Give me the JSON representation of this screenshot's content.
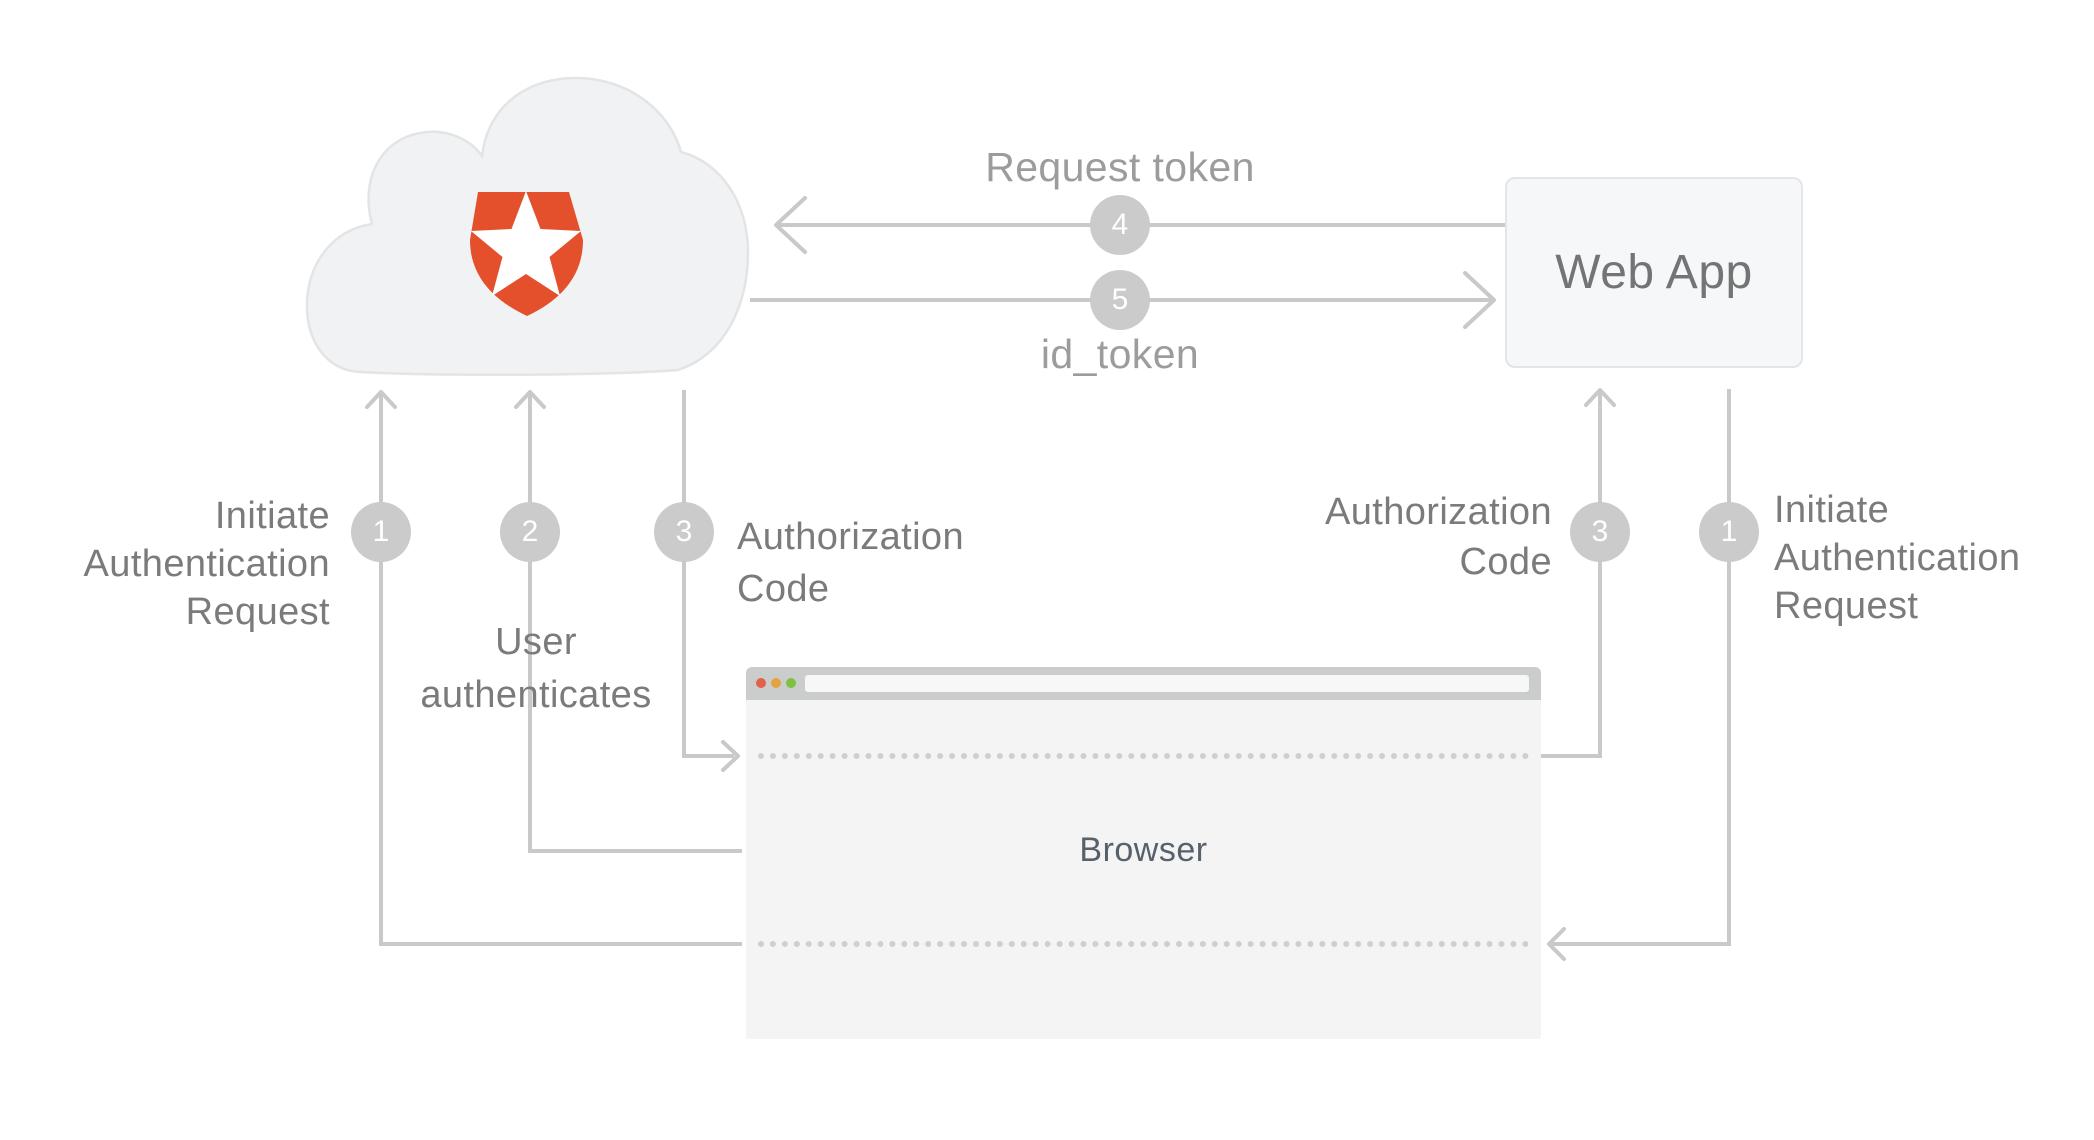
{
  "diagram_title": "OAuth authorization code flow between Auth0, Web App and Browser",
  "nodes": {
    "auth0_cloud": "auth0-cloud",
    "web_app_label": "Web App",
    "browser_label": "Browser"
  },
  "steps": {
    "one_left": "1",
    "two": "2",
    "three_left": "3",
    "four": "4",
    "five": "5",
    "three_right": "3",
    "one_right": "1"
  },
  "labels": {
    "initiate_left": {
      "line1": "Initiate",
      "line2": "Authentication",
      "line3": "Request"
    },
    "user_auth": {
      "line1": "User",
      "line2": "authenticates"
    },
    "auth_code_left": {
      "line1": "Authorization",
      "line2": "Code"
    },
    "request_token": "Request token",
    "id_token": "id_token",
    "auth_code_right": {
      "line1": "Authorization",
      "line2": "Code"
    },
    "initiate_right": {
      "line1": "Initiate",
      "line2": "Authentication",
      "line3": "Request"
    }
  },
  "colors": {
    "auth0_orange": "#e4502b",
    "line_gray": "#c9c9c9",
    "badge_gray": "#cbcbcb",
    "step_label_gray": "#7b7b7b",
    "top_label_gray": "#9c9c9c",
    "browser_text": "#57616b",
    "webapp_text": "#747474",
    "cloud_fill": "#f1f2f4",
    "cloud_border": "#e3e4e6",
    "webapp_fill": "#f6f7f9",
    "webapp_border": "#e4e5e7",
    "browser_chrome": "#cbcccc",
    "browser_body": "#f4f4f5",
    "url_bar": "#f7f7f7",
    "traffic_red": "#e2604c",
    "traffic_amber": "#e5a33d",
    "traffic_green": "#7dc142",
    "dotted_gray": "#cfcfcf"
  }
}
